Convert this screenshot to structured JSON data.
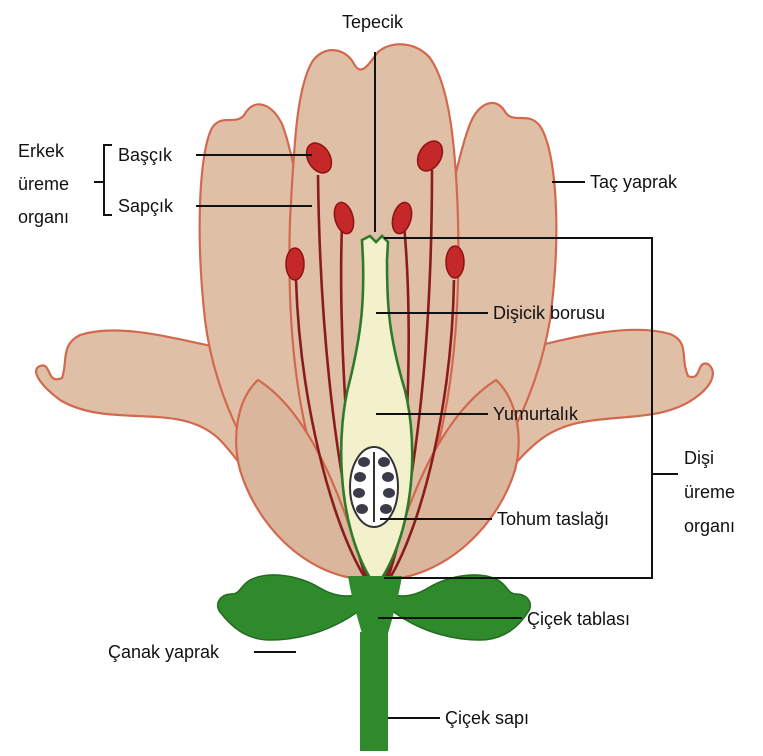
{
  "colors": {
    "petal_fill": "#dfbfa6",
    "petal_outline": "#d2694f",
    "filament": "#8a1c1c",
    "anther": "#c42828",
    "pistil_fill": "#f2f1cc",
    "pistil_outline": "#2f7a2a",
    "green": "#2f8a2c",
    "line": "#111111"
  },
  "labels": {
    "tepecik": "Tepecik",
    "erkek_1": "Erkek",
    "erkek_2": "üreme",
    "erkek_3": "organı",
    "bascik": "Başçık",
    "sapcik": "Sapçık",
    "tac_yaprak": "Taç yaprak",
    "disicik_borusu": "Dişicik borusu",
    "yumurtalik": "Yumurtalık",
    "disi_1": "Dişi",
    "disi_2": "üreme",
    "disi_3": "organı",
    "tohum_taslagi": "Tohum taslağı",
    "cicek_tablasi": "Çiçek tablası",
    "canak_yaprak": "Çanak yaprak",
    "cicek_sapi": "Çiçek sapı"
  }
}
